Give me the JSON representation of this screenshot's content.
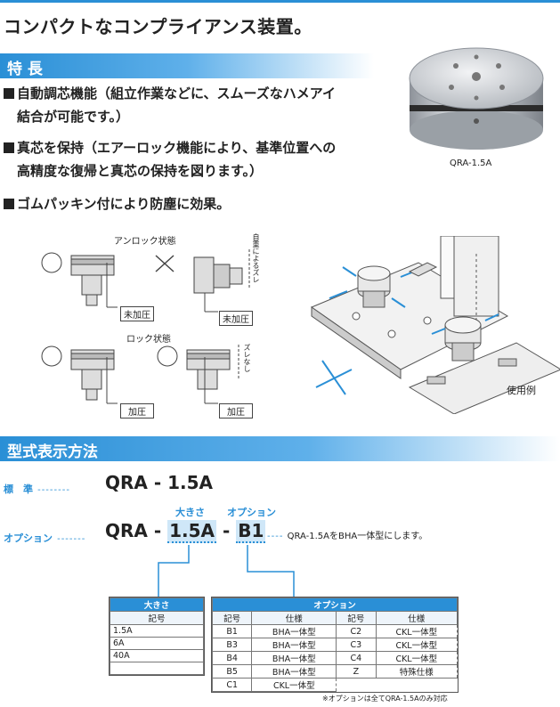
{
  "headline": "コンパクトなコンプライアンス装置。",
  "features_title": "特 長",
  "features": [
    {
      "line1": "自動調芯機能（組立作業などに、スムーズなハメアイ",
      "line2": "結合が可能です。）"
    },
    {
      "line1": "真芯を保持（エアーロック機能により、基準位置への",
      "line2": "高精度な復帰と真芯の保持を図ります。）"
    },
    {
      "line1": "ゴムパッキン付により防塵に効果。",
      "line2": ""
    }
  ],
  "product_caption": "QRA-1.5A",
  "diagram": {
    "unlock_label": "アンロック状態",
    "lock_label": "ロック状態",
    "unlock_note": "自重によるズレ",
    "lock_note": "ズレなし",
    "no_pressure": "未加圧",
    "pressure": "加圧",
    "usage_label": "使用例"
  },
  "model_section_title": "型式表示方法",
  "model": {
    "standard_label": "標　準",
    "standard_code": "QRA - 1.5A",
    "option_label": "オプション",
    "option_prefix": "QRA -",
    "size_code": "1.5A",
    "separator": "-",
    "option_code": "B1",
    "size_caption": "大きさ",
    "option_caption": "オプション",
    "option_note": "QRA-1.5AをBHA一体型にします。"
  },
  "size_table": {
    "title": "大きさ",
    "header": "記号",
    "rows": [
      "1.5A",
      "6A",
      "40A",
      ""
    ]
  },
  "option_table": {
    "title": "オプション",
    "headers": [
      "記号",
      "仕様",
      "記号",
      "仕様"
    ],
    "rows": [
      [
        "B1",
        "BHA一体型",
        "C2",
        "CKL一体型"
      ],
      [
        "B3",
        "BHA一体型",
        "C3",
        "CKL一体型"
      ],
      [
        "B4",
        "BHA一体型",
        "C4",
        "CKL一体型"
      ],
      [
        "B5",
        "BHA一体型",
        "Z",
        "特殊仕様"
      ],
      [
        "C1",
        "CKL一体型",
        "",
        ""
      ]
    ],
    "footnote": "※オプションは全てQRA-1.5Aのみ対応"
  }
}
